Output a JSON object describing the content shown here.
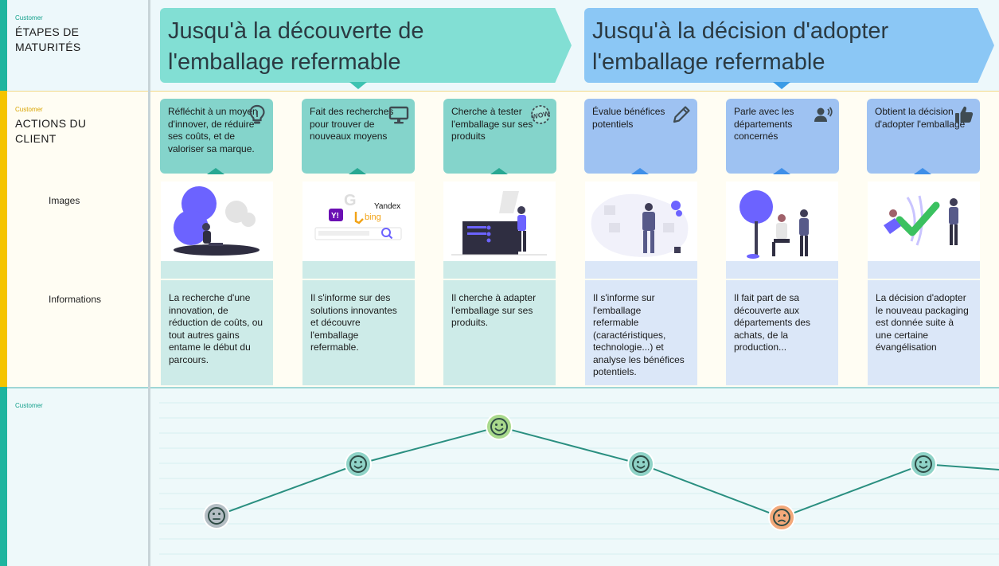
{
  "lanes": {
    "stages": {
      "tag": "Customer",
      "title_line1": "ÉTAPES DE",
      "title_line2": "MATURITÉS"
    },
    "actions": {
      "tag": "Customer",
      "title_line1": "ACTIONS DU",
      "title_line2": "CLIENT",
      "images_label": "Images",
      "info_label": "Informations"
    },
    "emotion": {
      "tag": "Customer"
    }
  },
  "stages": [
    {
      "line1": "Jusqu'à la découverte de",
      "line2": "l'emballage refermable"
    },
    {
      "line1": "Jusqu'à la décision d'adopter",
      "line2": "l'emballage refermable"
    }
  ],
  "actions": [
    {
      "text": "Réfléchit à un moyen d'innover, de réduire ses coûts, et de valoriser sa marque.",
      "icon": "lightbulb-icon",
      "info": "La recherche d'une innovation, de réduction de coûts, ou tout autres gains entame le début du parcours.",
      "emotion": "neutral"
    },
    {
      "text": "Fait des recherches pour trouver de nouveaux moyens",
      "icon": "monitor-icon",
      "info": "Il s'informe sur des solutions innovantes et découvre l'emballage refermable.",
      "emotion": "happy"
    },
    {
      "text": "Cherche à tester l'emballage sur ses produits",
      "icon": "wow-icon",
      "icon_text": "WOW",
      "info": "Il cherche à adapter l'emballage sur ses produits.",
      "emotion": "very-happy"
    },
    {
      "text": "Évalue bénéfices potentiels",
      "icon": "pencil-icon",
      "info": "Il s'informe sur l'emballage refermable (caractéristiques, technologie...) et analyse les bénéfices potentiels.",
      "emotion": "happy"
    },
    {
      "text": "Parle avec les départements concernés",
      "icon": "speaker-icon",
      "info": "Il fait part de sa découverte aux départements des achats, de la production...",
      "emotion": "sad"
    },
    {
      "text": "Obtient la décision d'adopter l'emballage",
      "icon": "thumbs-up-icon",
      "info": "La décision d'adopter le nouveau packaging est donnée suite à une certaine évangélisation",
      "emotion": "happy"
    }
  ],
  "search_logos": {
    "google": "G",
    "yahoo": "Y!",
    "yandex": "Yandex",
    "bing": "bing"
  },
  "colors": {
    "teal_stage": "#82dfd4",
    "blue_stage": "#8bc7f5",
    "teal_card": "#84d4cb",
    "blue_card": "#9ec2f2",
    "emotion_neutral": "#b4bec4",
    "emotion_happy": "#8fd3c7",
    "emotion_very_happy": "#a9d98c",
    "emotion_sad": "#f3a97a",
    "curve": "#2a8f80"
  }
}
